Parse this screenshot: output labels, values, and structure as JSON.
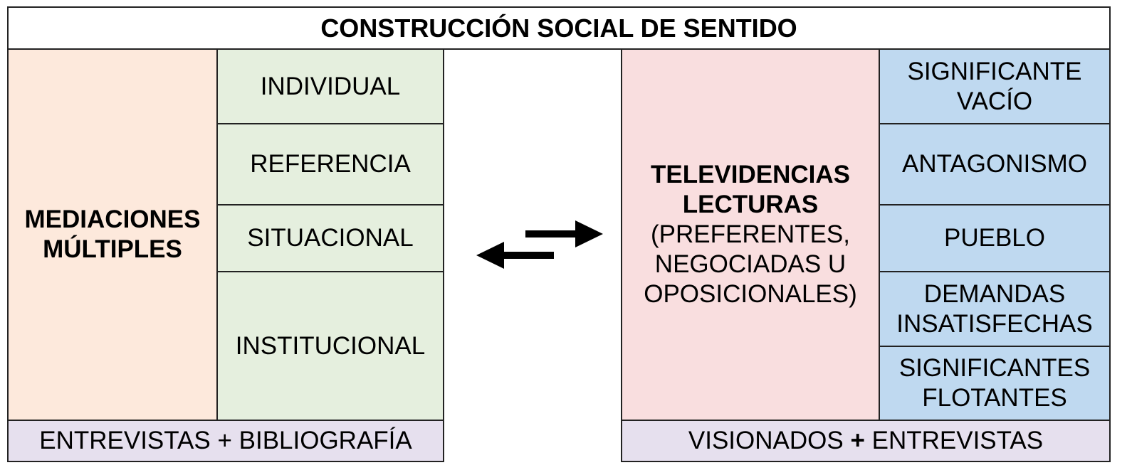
{
  "title": "CONSTRUCCIÓN SOCIAL DE SENTIDO",
  "left": {
    "main_line1": "MEDIACIONES",
    "main_line2": "MÚLTIPLES",
    "items": [
      "INDIVIDUAL",
      "REFERENCIA",
      "SITUACIONAL",
      "INSTITUCIONAL"
    ],
    "footer": "ENTREVISTAS + BIBLIOGRAFÍA"
  },
  "right": {
    "main_line1": "TELEVIDENCIAS",
    "main_line2": "LECTURAS",
    "main_line3": "(PREFERENTES,",
    "main_line4": "NEGOCIADAS U",
    "main_line5": "OPOSICIONALES)",
    "items": [
      {
        "line1": "SIGNIFICANTE",
        "line2": "VACÍO"
      },
      {
        "line1": "ANTAGONISMO",
        "line2": ""
      },
      {
        "line1": "PUEBLO",
        "line2": ""
      },
      {
        "line1": "DEMANDAS",
        "line2": "INSATISFECHAS"
      },
      {
        "line1": "SIGNIFICANTES",
        "line2": "FLOTANTES"
      }
    ],
    "footer_part1": "VISIONADOS ",
    "footer_plus": "+",
    "footer_part2": " ENTREVISTAS"
  },
  "colors": {
    "peach": "#fde9dc",
    "green": "#e5efde",
    "pink": "#f9dedf",
    "blue": "#bfd9f0",
    "lavender": "#e6e0ee",
    "border": "#222222"
  }
}
